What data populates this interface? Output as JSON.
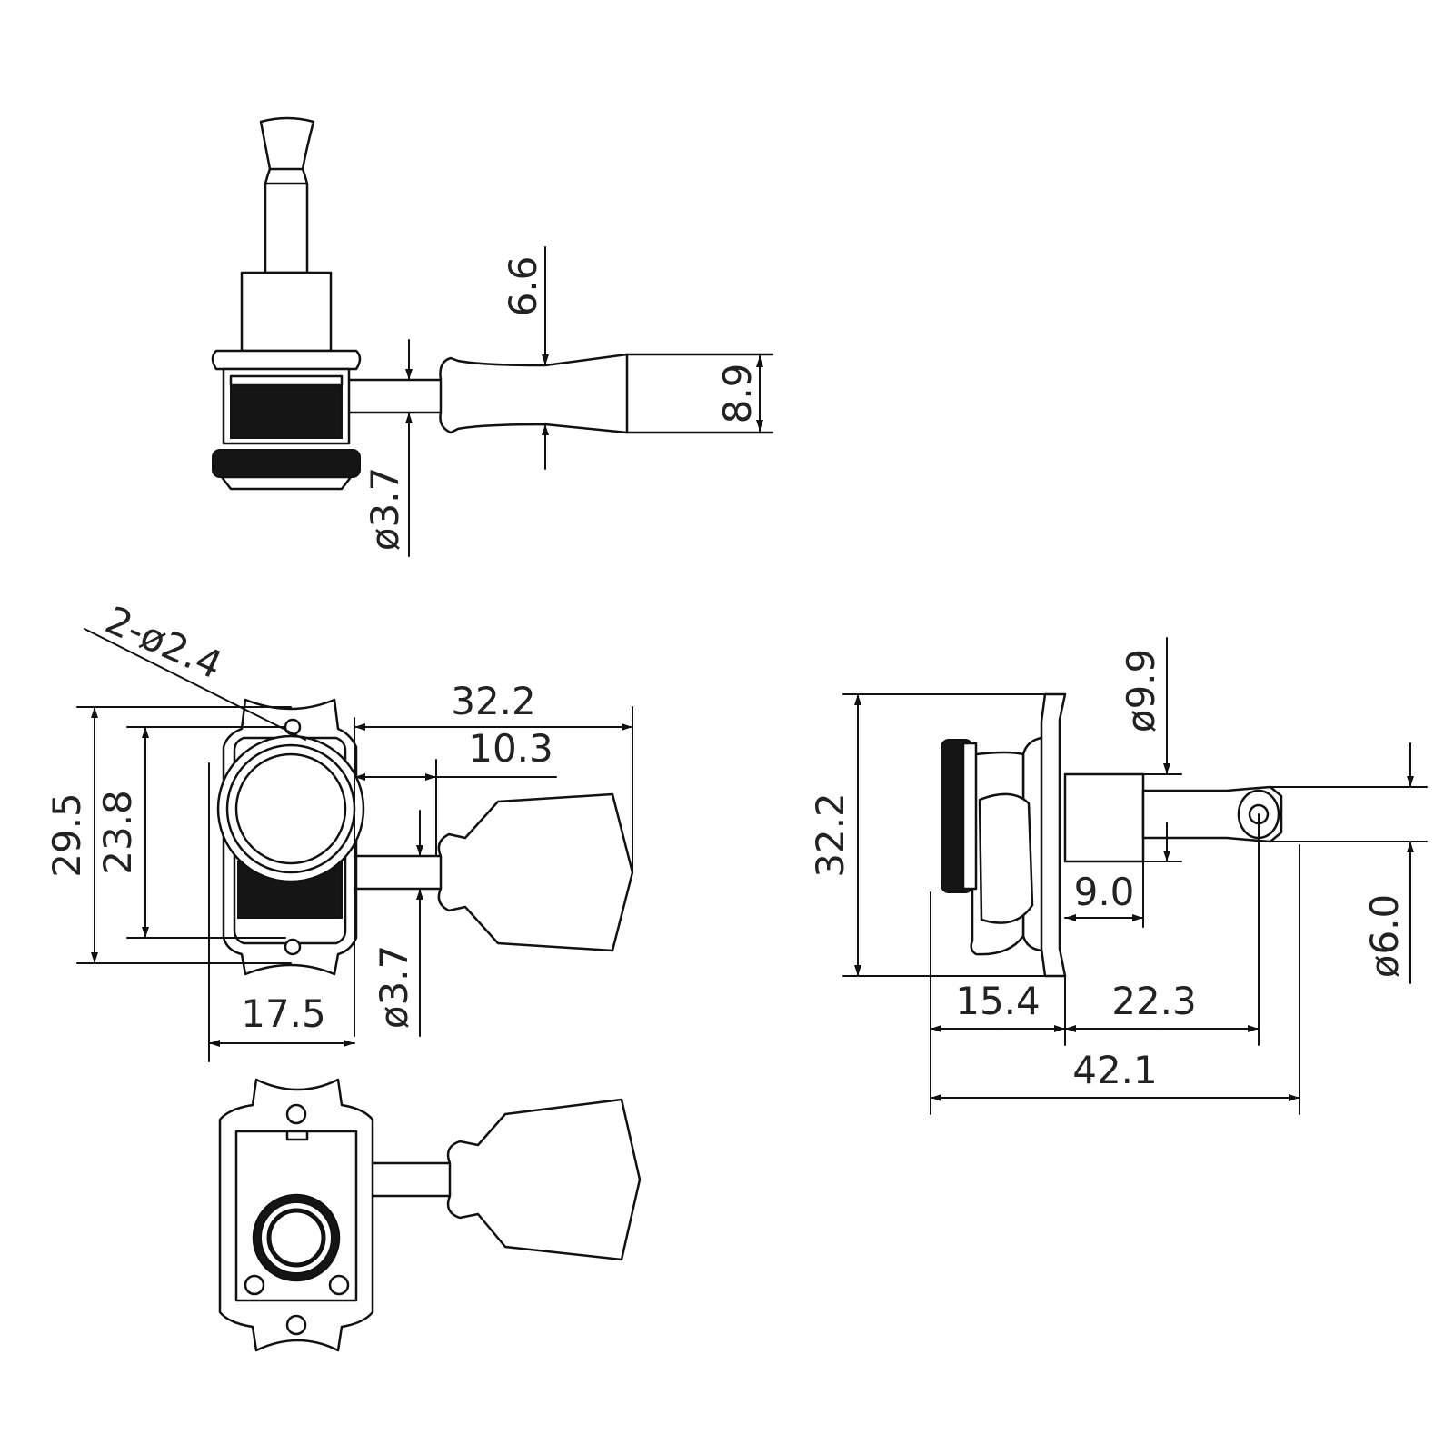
{
  "colors": {
    "line": "#111111",
    "background": "#ffffff",
    "knurl": "#151515"
  },
  "top_view": {
    "dim_post_waist": "6.6",
    "dim_button_height": "8.9",
    "dim_shaft_dia": "ø3.7"
  },
  "front_view": {
    "dim_holes": "2-ø2.4",
    "dim_overall_width": "32.2",
    "dim_post_to_button": "10.3",
    "dim_plate_height": "29.5",
    "dim_hole_spacing": "23.8",
    "dim_plate_width": "17.5",
    "dim_shaft_dia": "ø3.7"
  },
  "side_view": {
    "dim_height": "32.2",
    "dim_bushing_dia": "ø9.9",
    "dim_bushing_length": "9.0",
    "dim_post_dia": "ø6.0",
    "dim_body_depth": "15.4",
    "dim_post_to_hole": "22.3",
    "dim_overall_length": "42.1"
  }
}
